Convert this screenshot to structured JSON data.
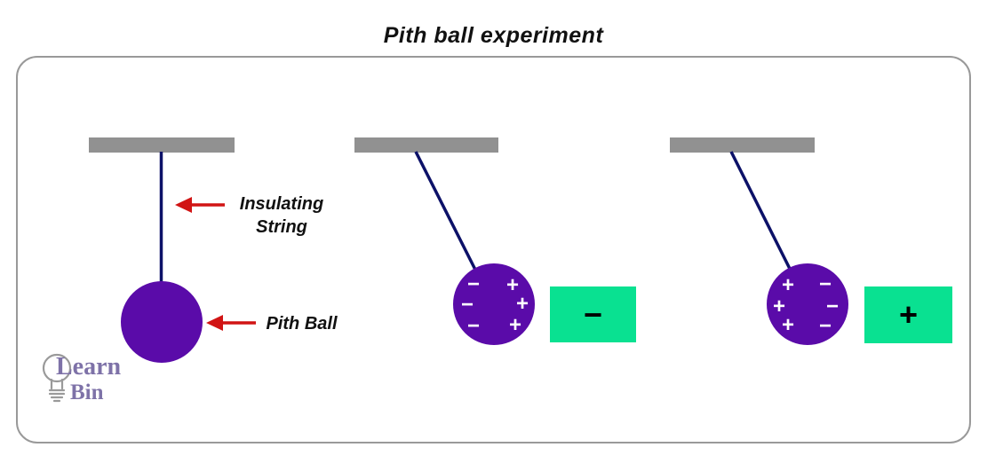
{
  "title": "Pith ball experiment",
  "annotations": {
    "insulating_string": [
      "Insulating",
      "String"
    ],
    "pith_ball": "Pith Ball"
  },
  "charged_panels": {
    "negative": {
      "ball_signs_left": [
        "−",
        "−",
        "−"
      ],
      "ball_signs_right": [
        "+",
        "+",
        "+"
      ],
      "plate_sign": "−"
    },
    "positive": {
      "ball_signs_left": [
        "+",
        "+",
        "+"
      ],
      "ball_signs_right": [
        "−",
        "−",
        "−"
      ],
      "plate_sign": "+"
    }
  },
  "logo": {
    "line1": "Learn",
    "line2": "Bin"
  },
  "colors": {
    "title_text": "#111111",
    "label_text": "#111111",
    "ball": "#5a0ba9",
    "string": "#0c1168",
    "bar": "#919191",
    "arrow": "#d11414",
    "plate": "#09e191",
    "frame_border": "#999999",
    "ball_sign": "#ffffff",
    "plate_sign": "#000000",
    "logo_text": "#7e72a8",
    "bulb_icon": "#9a9a9a"
  }
}
